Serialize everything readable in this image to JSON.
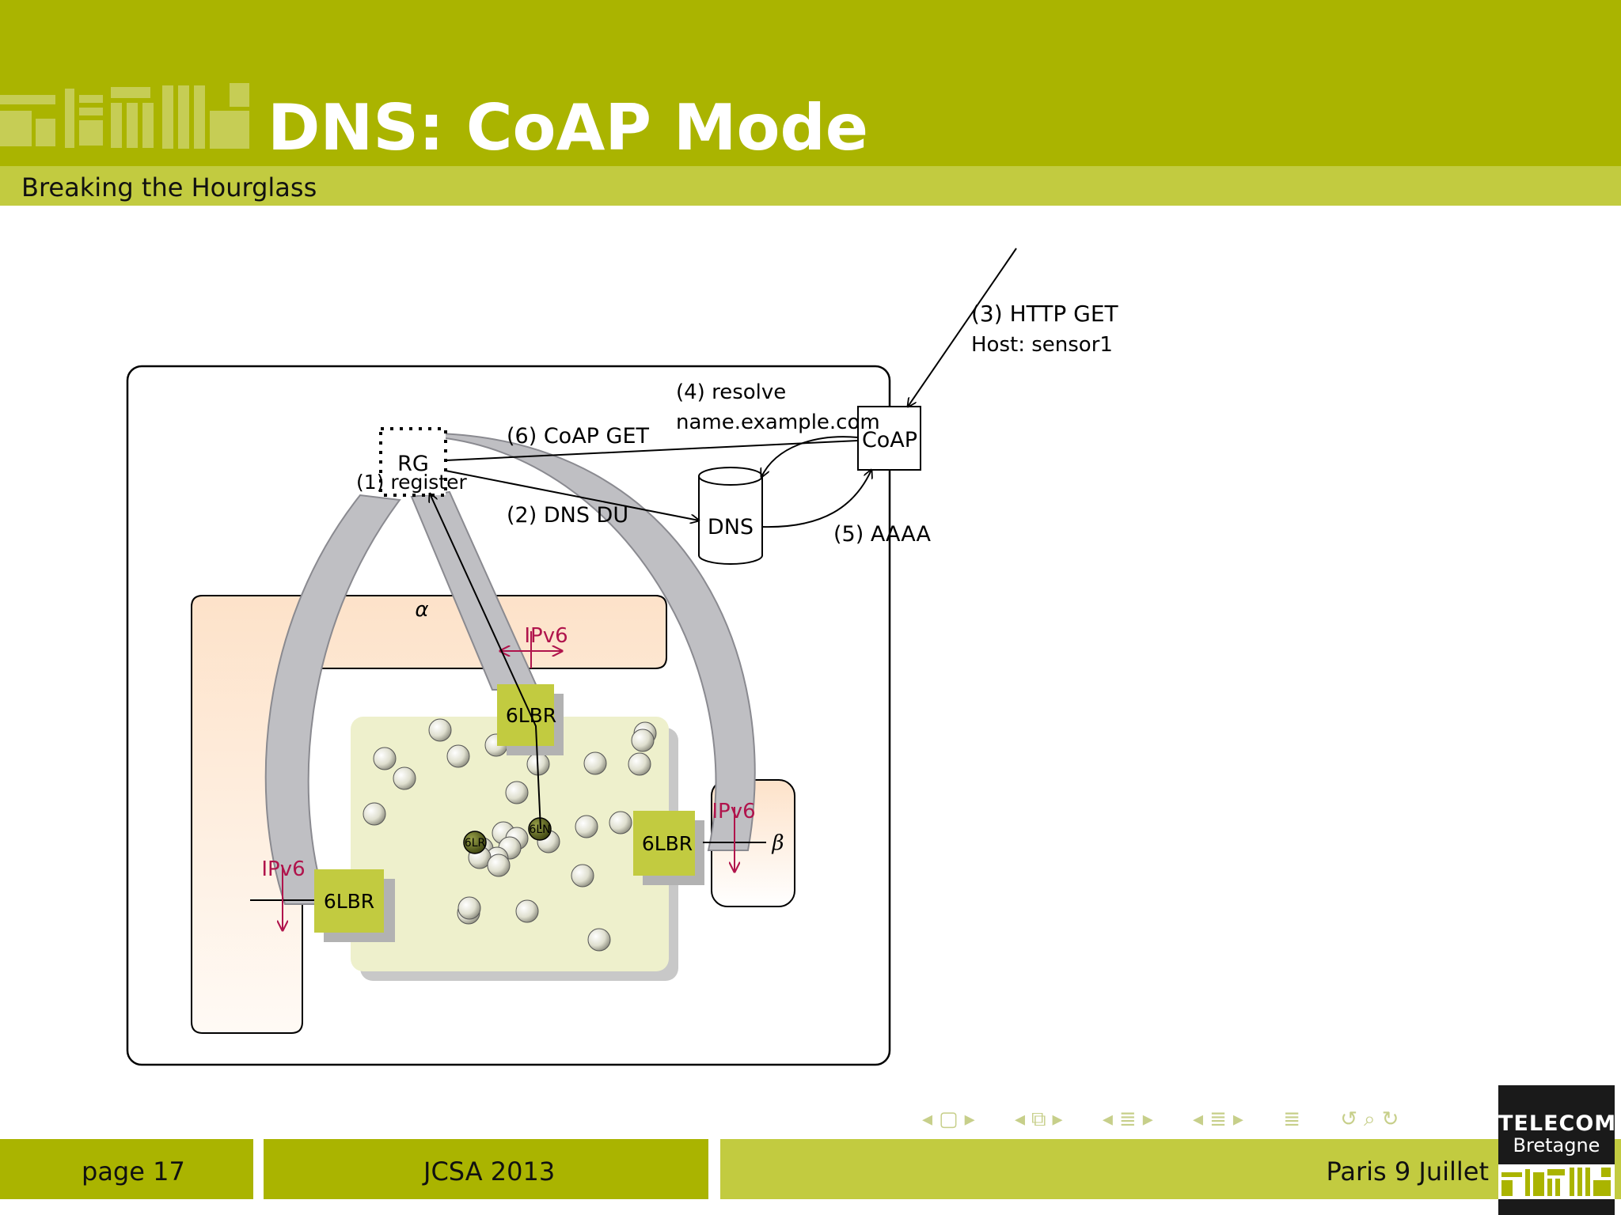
{
  "header": {
    "title": "DNS: CoAP Mode",
    "subtitle": "Breaking the Hourglass"
  },
  "diagram": {
    "rg_label": "RG",
    "steps": {
      "step1": "(1) register",
      "step2": "(2) DNS DU",
      "step3_line1": "(3) HTTP GET",
      "step3_line2": "Host: sensor1",
      "step4_line1": "(4) resolve",
      "step4_line2": "name.example.com",
      "step5": "(5) AAAA",
      "step6": "(6) CoAP GET"
    },
    "coap_label": "CoAP",
    "dns_label": "DNS",
    "alpha_label": "α",
    "beta_label": "β",
    "ipv6_label": "IPv6",
    "lbr_label": "6LBR",
    "lr_label": "6LR",
    "ln_label": "6LN"
  },
  "navigation": {
    "icons": [
      "slide-nav-icon",
      "frame-nav-icon",
      "section-nav-icon",
      "subsection-nav-icon",
      "toc-nav-icon",
      "search-nav-icon"
    ]
  },
  "footer": {
    "page": "page 17",
    "conference": "JCSA 2013",
    "date": "Paris 9 Juillet"
  },
  "logo": {
    "line1": "TELECOM",
    "line2": "Bretagne"
  },
  "colors": {
    "header": "#aab400",
    "subheader": "#c2cb40",
    "ipv6": "#b0144c",
    "lbr": "#c2cb40",
    "network": "#eef0cc",
    "domain": "#fde3cc"
  }
}
